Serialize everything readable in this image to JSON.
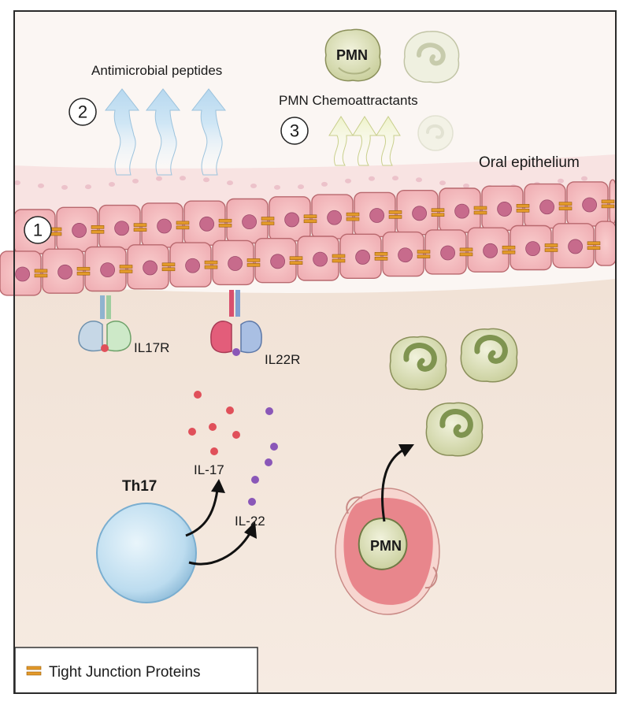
{
  "labels": {
    "antimicrobial": "Antimicrobial peptides",
    "chemoattractants": "PMN Chemoattractants",
    "oral_epithelium": "Oral epithelium",
    "il17r": "IL17R",
    "il22r": "IL22R",
    "th17": "Th17",
    "il17": "IL-17",
    "il22": "IL-22",
    "pmn_top": "PMN",
    "pmn_vessel": "PMN"
  },
  "steps": {
    "s1": "1",
    "s2": "2",
    "s3": "3"
  },
  "legend": {
    "label": "Tight Junction Proteins"
  },
  "colors": {
    "background_top": "#fbf6f3",
    "lamina_propria": "#f4e6da",
    "cell": "#f4b8bb",
    "cell_border": "#b8686e",
    "nucleus": "#c76b8c",
    "tight_junction": "#e39a2a",
    "il17_dot": "#e0505a",
    "il22_dot": "#8a57b8",
    "th17_cell": "#bfe0f2",
    "pmn_cell": "#d8dcb0",
    "pmn_nucleus": "#8a9a52",
    "vessel": "#e88a8e",
    "amp_arrow": "#cfe6f5",
    "chemo_arrow": "#eef3c9"
  }
}
